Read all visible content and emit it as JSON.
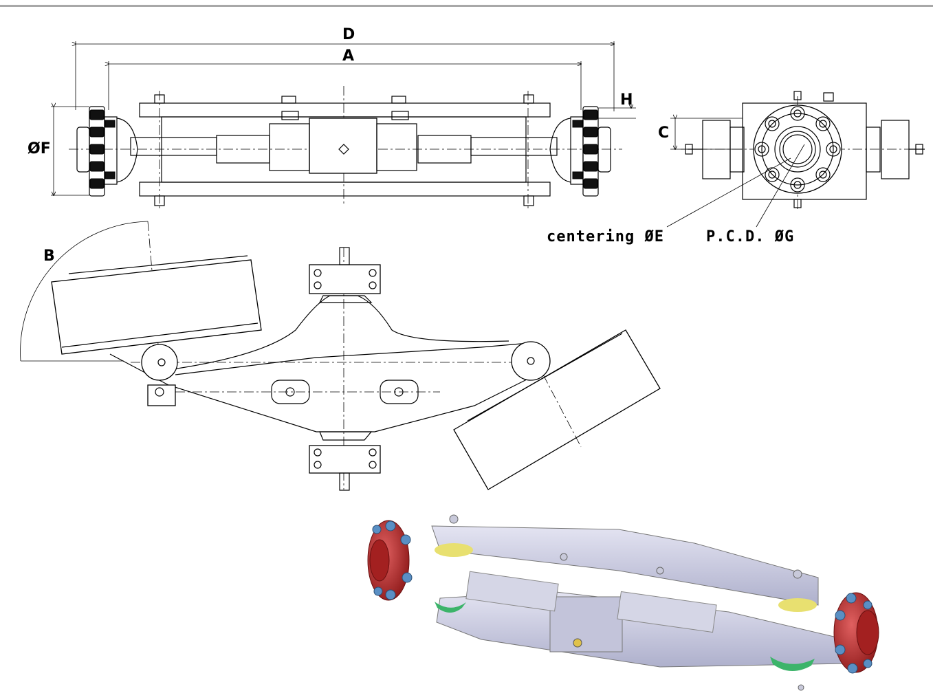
{
  "labels": {
    "dim_d": "D",
    "dim_a": "A",
    "dim_h": "H",
    "dim_c": "C",
    "dim_f": "ØF",
    "dim_b": "B",
    "centering": "centering ØE",
    "pcd": "P.C.D. ØG"
  },
  "colors": {
    "frame_top": "#a8a8a8",
    "body_metal": "#c9c9de",
    "flange_red": "#b52a2a",
    "bolt_blue": "#5a8fc4",
    "rubber_yellow": "#e8e070",
    "pad_green": "#3cb46a"
  }
}
